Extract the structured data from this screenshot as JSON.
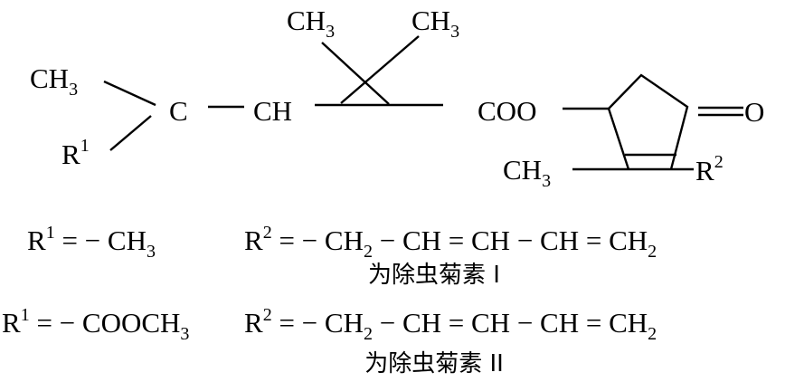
{
  "structure": {
    "ch3_left": {
      "base": "CH",
      "sub": "3"
    },
    "r1": {
      "base": "R",
      "sup": "1"
    },
    "c": "C",
    "ch": "CH",
    "ch3_top_left": {
      "base": "CH",
      "sub": "3"
    },
    "ch3_top_right": {
      "base": "CH",
      "sub": "3"
    },
    "coo": "COO",
    "oxygen": "O",
    "ch3_ring": {
      "base": "CH",
      "sub": "3"
    },
    "r2": {
      "base": "R",
      "sup": "2"
    }
  },
  "definitions": [
    {
      "r1": {
        "base": "R",
        "sup": "1",
        "eq": " = − CH",
        "sub": "3"
      },
      "r2": {
        "base": "R",
        "sup": "2",
        "eq": " = − CH",
        "sub1": "2",
        "mid": " − CH = CH − CH = CH",
        "sub2": "2"
      },
      "name": "为除虫菊素 I"
    },
    {
      "r1": {
        "base": "R",
        "sup": "1",
        "eq": " = − COOCH",
        "sub": "3"
      },
      "r2": {
        "base": "R",
        "sup": "2",
        "eq": " = − CH",
        "sub1": "2",
        "mid": " − CH = CH − CH = CH",
        "sub2": "2"
      },
      "name": "为除虫菊素 II"
    }
  ]
}
